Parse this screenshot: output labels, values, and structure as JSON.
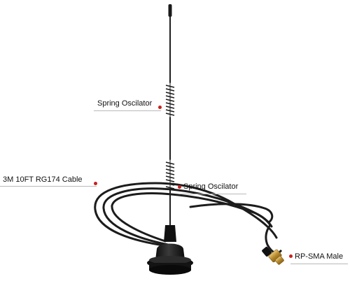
{
  "image": {
    "subject": "magnetic-base antenna with coiled cable",
    "background_color": "#ffffff",
    "antenna_color": "#1a1a1a",
    "connector_color": "#c9a24a",
    "callout_dot_color": "#c62020"
  },
  "callouts": {
    "spring_oscillator_top": "Spring Oscilator",
    "cable": "3M 10FT RG174 Cable",
    "spring_oscillator_bottom": "Spring Oscilator",
    "connector": "RP-SMA Male"
  }
}
